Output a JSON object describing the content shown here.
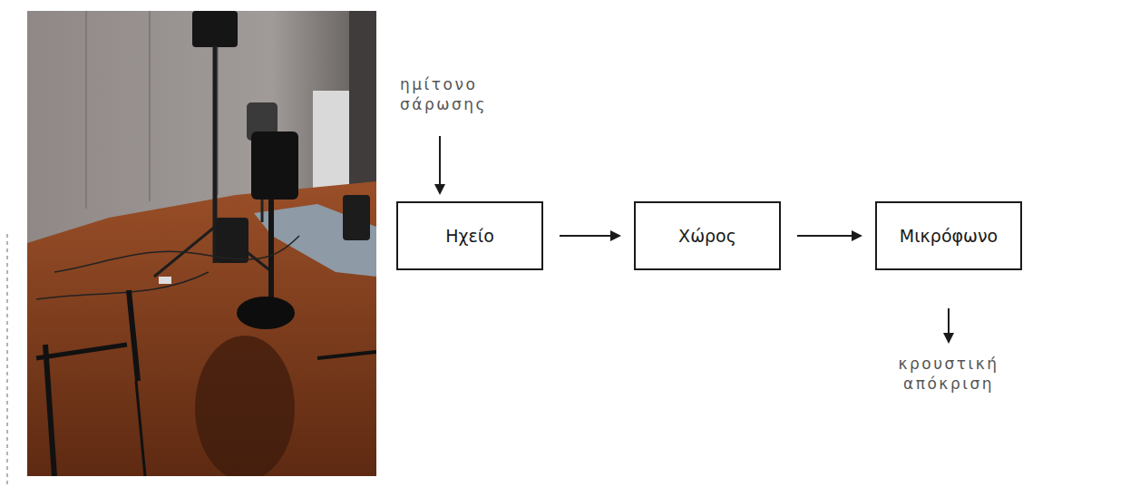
{
  "diagram": {
    "nodes": [
      {
        "text": [
          "Ηχείο"
        ]
      },
      {
        "text": [
          "Χώρος"
        ]
      },
      {
        "text": [
          "Μικρόφωνο"
        ]
      }
    ],
    "edges": [
      {
        "from": 0,
        "to": 1,
        "arrow": "to"
      },
      {
        "from": 1,
        "to": 2,
        "arrow": "to"
      }
    ],
    "labels": [
      "ημίτονο σάρωσης",
      "κρουστική απόκριση"
    ]
  }
}
